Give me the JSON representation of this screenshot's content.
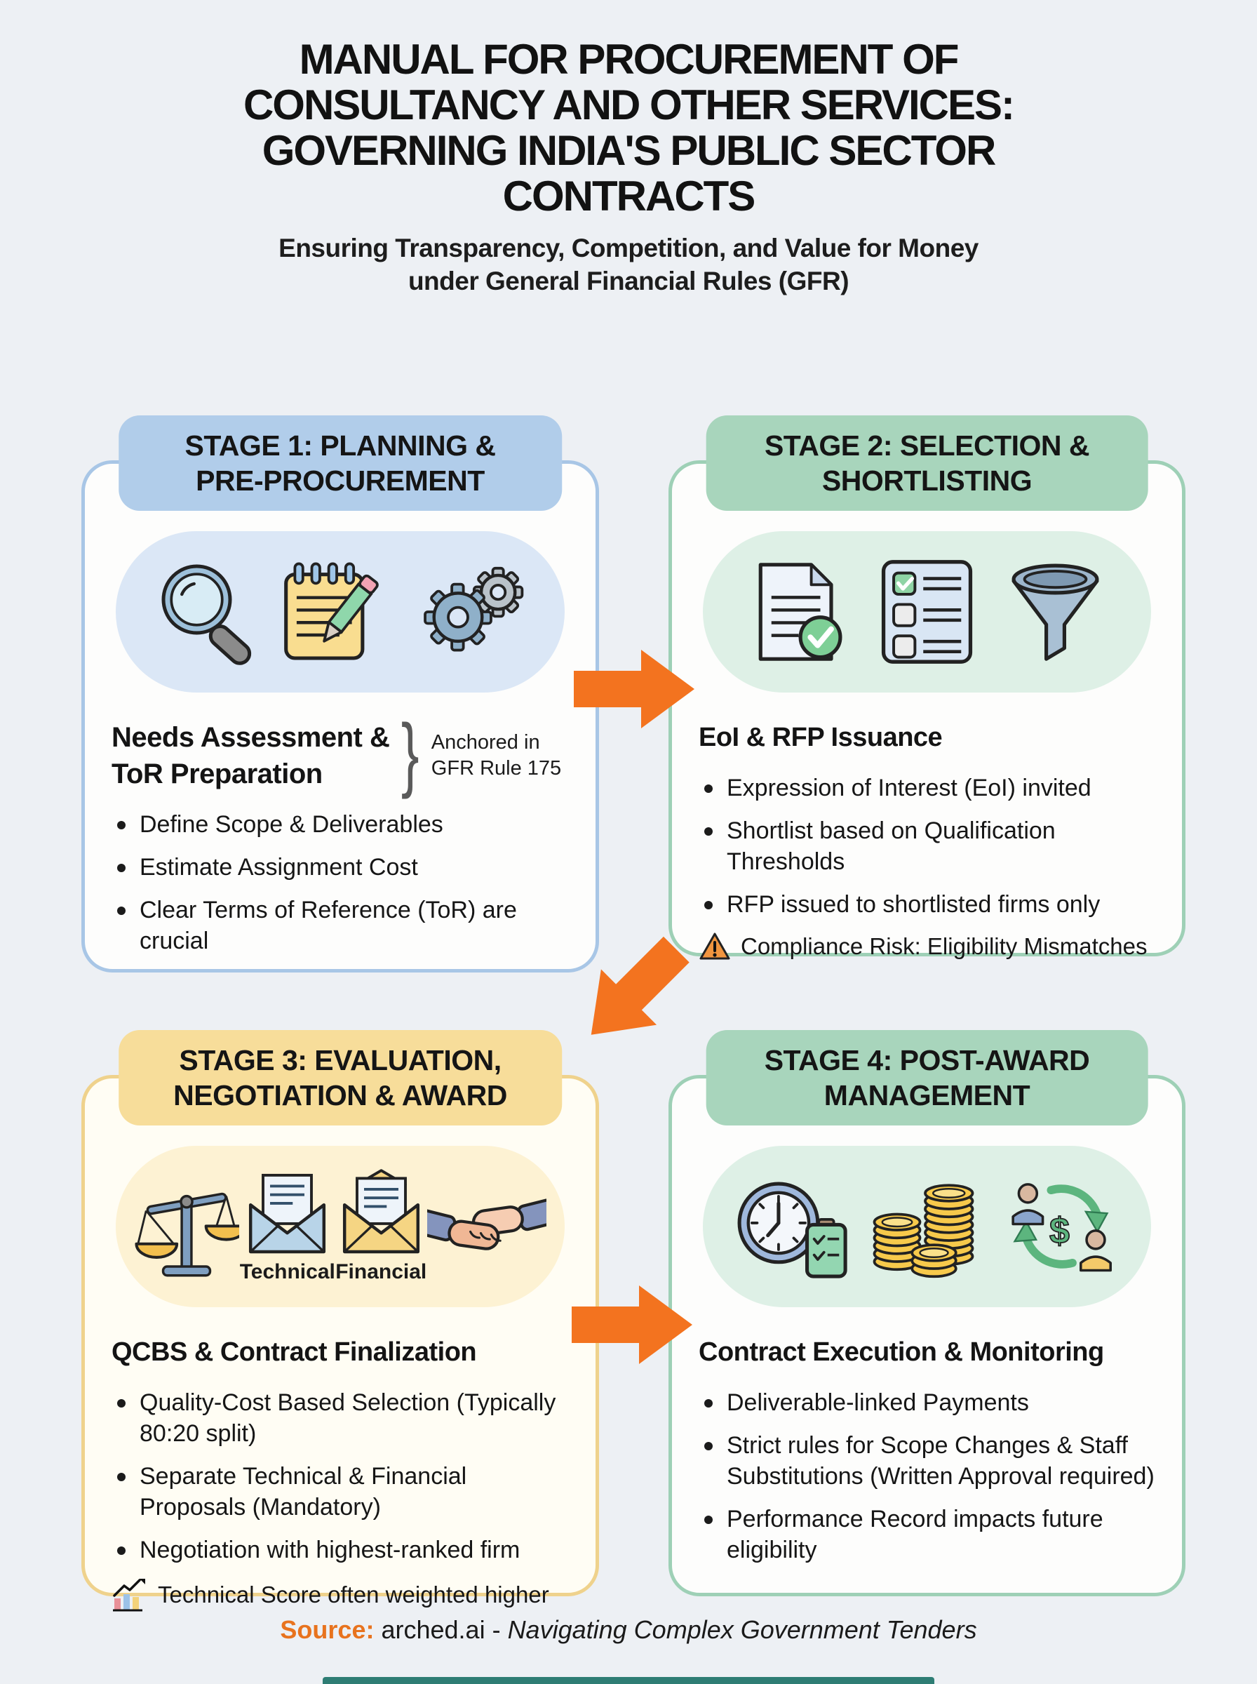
{
  "colors": {
    "background": "#EDF0F4",
    "accent_orange": "#F3731F",
    "stage1_header_blue": "#B1CDEA",
    "stage2_header_green": "#A8D5BC",
    "stage3_header_yellow": "#F7DD9A",
    "stage4_header_green": "#A8D5BC",
    "warning_triangle_orange": "#F0953F",
    "source_label_orange": "#E8731E",
    "bottom_bar_teal": "#2E7D74"
  },
  "title": "MANUAL FOR PROCUREMENT OF\nCONSULTANCY AND OTHER SERVICES:\nGOVERNING INDIA'S PUBLIC SECTOR\nCONTRACTS",
  "subtitle": "Ensuring Transparency, Competition, and Value for Money\nunder General Financial Rules (GFR)",
  "stages": [
    {
      "header": "STAGE 1: PLANNING &\nPRE-PROCUREMENT",
      "icons": [
        "magnifier-icon",
        "notepad-pencil-icon",
        "gears-icon"
      ],
      "heading": "Needs Assessment &\nToR Preparation",
      "callout": "Anchored in\nGFR Rule 175",
      "bullets": [
        "Define Scope & Deliverables",
        "Estimate Assignment Cost",
        "Clear Terms of Reference (ToR) are crucial"
      ]
    },
    {
      "header": "STAGE 2: SELECTION &\nSHORTLISTING",
      "icons": [
        "document-check-icon",
        "checklist-icon",
        "funnel-icon"
      ],
      "heading": "EoI & RFP Issuance",
      "bullets": [
        "Expression of Interest (EoI) invited",
        "Shortlist based on Qualification Thresholds",
        "RFP issued to shortlisted firms only"
      ],
      "warning": "Compliance Risk: Eligibility Mismatches"
    },
    {
      "header": "STAGE 3: EVALUATION,\nNEGOTIATION & AWARD",
      "icons": [
        "balance-scale-icon",
        "technical-envelope-icon",
        "financial-envelope-icon",
        "handshake-icon"
      ],
      "envelope_labels": {
        "technical": "Technical",
        "financial": "Financial"
      },
      "heading": "QCBS & Contract Finalization",
      "bullets": [
        "Quality-Cost Based Selection (Typically 80:20 split)",
        "Separate Technical & Financial Proposals (Mandatory)",
        "Negotiation with highest-ranked firm"
      ],
      "note": "Technical Score often weighted higher"
    },
    {
      "header": "STAGE 4: POST-AWARD\nMANAGEMENT",
      "icons": [
        "clock-clipboard-icon",
        "coin-stacks-icon",
        "money-exchange-icon"
      ],
      "heading": "Contract Execution & Monitoring",
      "bullets": [
        "Deliverable-linked Payments",
        "Strict rules for Scope Changes & Staff Substitutions (Written Approval required)",
        "Performance Record impacts future eligibility"
      ]
    }
  ],
  "footer": {
    "source_label": "Source:",
    "source_text": "arched.ai - ",
    "source_title": "Navigating Complex Government Tenders"
  }
}
